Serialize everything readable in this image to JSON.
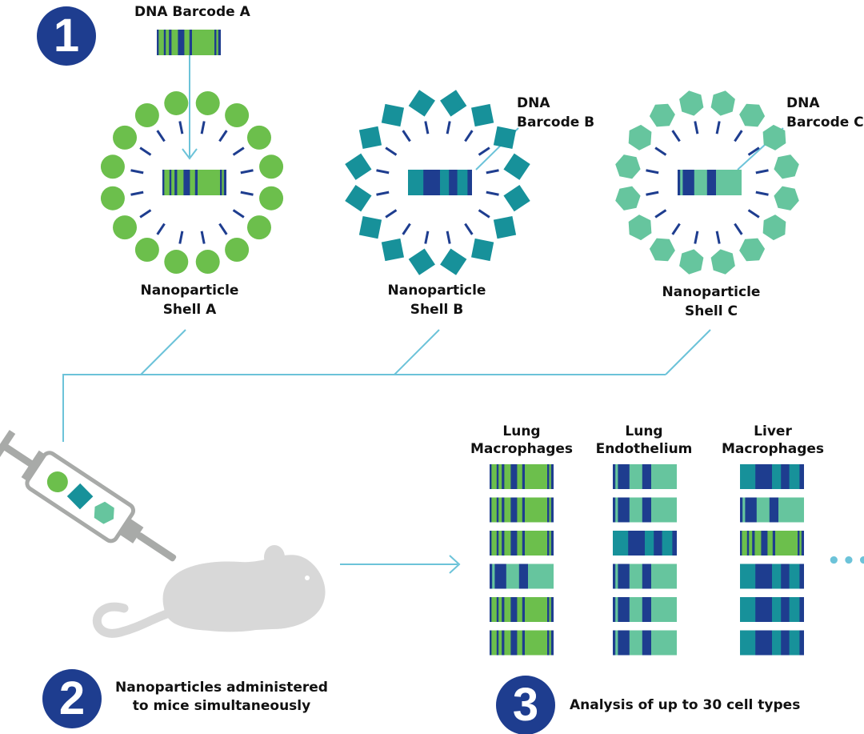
{
  "colors": {
    "navy": "#1e3d8f",
    "green": "#6cbf4c",
    "teal": "#17919a",
    "mint": "#66c59e",
    "connector": "#6cc3d9",
    "mouse": "#d8d8d8",
    "syringe": "#a8aaa8"
  },
  "step1": {
    "number": "1",
    "barcode_a_label": "DNA Barcode A",
    "barcode_b_label_line1": "DNA",
    "barcode_b_label_line2": "Barcode B",
    "barcode_c_label_line1": "DNA",
    "barcode_c_label_line2": "Barcode C",
    "shell_a_line1": "Nanoparticle",
    "shell_a_line2": "Shell A",
    "shell_b_line1": "Nanoparticle",
    "shell_b_line2": "Shell B",
    "shell_c_line1": "Nanoparticle",
    "shell_c_line2": "Shell C"
  },
  "step2": {
    "number": "2",
    "caption_line1": "Nanoparticles administered",
    "caption_line2": "to mice simultaneously"
  },
  "step3": {
    "number": "3",
    "caption": "Analysis of up to 30 cell types",
    "more_indicator": "•••",
    "columns": [
      {
        "title_line1": "Lung",
        "title_line2": "Macrophages",
        "rows": [
          "A",
          "A",
          "A",
          "C",
          "A",
          "A"
        ]
      },
      {
        "title_line1": "Lung",
        "title_line2": "Endothelium",
        "rows": [
          "C",
          "C",
          "B",
          "C",
          "C",
          "C"
        ]
      },
      {
        "title_line1": "Liver",
        "title_line2": "Macrophages",
        "rows": [
          "B",
          "C",
          "A",
          "B",
          "B",
          "B"
        ]
      }
    ]
  }
}
